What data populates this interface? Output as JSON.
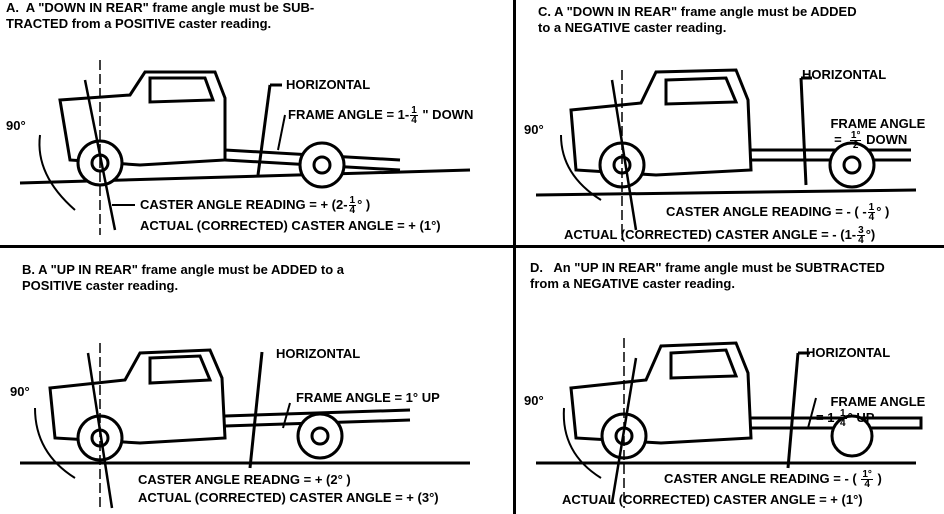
{
  "panels": [
    {
      "caption": "A.  A \"DOWN IN REAR\" frame angle must be SUB-\nTRACTED from a POSITIVE caster reading.",
      "horizontal": "HORIZONTAL",
      "deg90": "90°",
      "frame": {
        "pre": "FRAME ANGLE = 1-",
        "num": "1",
        "den": "4",
        "post": " \" DOWN"
      },
      "caster": {
        "pre": "CASTER ANGLE READING = + (2-",
        "num": "1",
        "den": "4",
        "post": "° )"
      },
      "actual": {
        "pre": "ACTUAL (CORRECTED) CASTER ANGLE = + (1°)",
        "num": "",
        "den": "",
        "post": ""
      }
    },
    {
      "caption": "B. A \"UP IN REAR\" frame angle must be ADDED to a\nPOSITIVE caster reading.",
      "horizontal": "HORIZONTAL",
      "deg90": "90°",
      "frame": {
        "pre": "FRAME ANGLE = 1° UP",
        "num": "",
        "den": "",
        "post": ""
      },
      "caster": {
        "pre": "CASTER ANGLE READNG = + (2° )",
        "num": "",
        "den": "",
        "post": ""
      },
      "actual": {
        "pre": "ACTUAL (CORRECTED) CASTER ANGLE = + (3°)",
        "num": "",
        "den": "",
        "post": ""
      }
    },
    {
      "caption": "C. A \"DOWN IN REAR\" frame angle must be ADDED\nto a NEGATIVE caster reading.",
      "horizontal": "HORIZONTAL",
      "deg90": "90°",
      "frame": {
        "pre": "FRAME ANGLE\n=  ",
        "num": "1°",
        "den": "2",
        "post": " DOWN"
      },
      "caster": {
        "pre": "CASTER ANGLE READING = - ( -",
        "num": "1",
        "den": "4",
        "post": "° )"
      },
      "actual": {
        "pre": "ACTUAL (CORRECTED) CASTER ANGLE = - (1-",
        "num": "3",
        "den": "4",
        "post": "°)"
      }
    },
    {
      "caption": "D.   An \"UP IN REAR\" frame angle must be SUBTRACTED\nfrom a NEGATIVE caster reading.",
      "horizontal": "HORIZONTAL",
      "deg90": "90°",
      "frame": {
        "pre": "FRAME ANGLE\n= 1 ",
        "num": "1",
        "den": "4",
        "post": "° UP"
      },
      "caster": {
        "pre": "CASTER ANGLE READING = - ( ",
        "num": "1°",
        "den": "4",
        "post": " )"
      },
      "actual": {
        "pre": "ACTUAL (CORRECTED) CASTER ANGLE = + (1°)",
        "num": "",
        "den": "",
        "post": ""
      }
    }
  ]
}
